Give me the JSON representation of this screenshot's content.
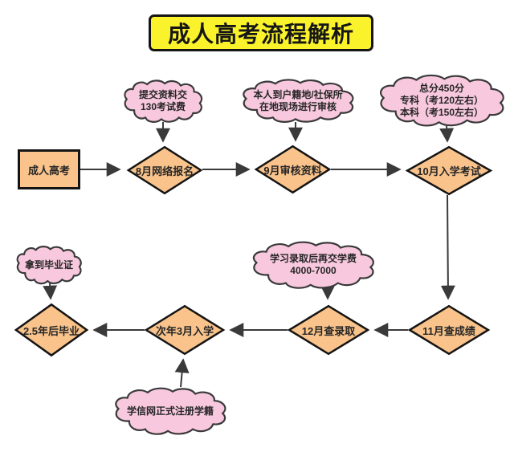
{
  "title": "成人高考流程解析",
  "colors": {
    "background": "#FFFFFF",
    "title_bg": "#FAF32B",
    "node_fill": "#F9C38B",
    "node_border": "#141414",
    "note_fill": "#F8C9DE",
    "note_border": "#3A3A3A",
    "connector": "#3A3A3A",
    "text": "#262626"
  },
  "start": {
    "label": "成人高考"
  },
  "steps": [
    {
      "label": "8月网络报名"
    },
    {
      "label": "9月审核资料"
    },
    {
      "label": "10月入学考试"
    },
    {
      "label": "11月查成绩"
    },
    {
      "label": "12月查录取"
    },
    {
      "label": "次年3月入学"
    },
    {
      "label": "2.5年后毕业"
    }
  ],
  "notes": [
    {
      "lines": [
        "提交资料交",
        "130考试费"
      ],
      "attached_to": "8月网络报名"
    },
    {
      "lines": [
        "本人到户籍地/社保所",
        "在地现场进行审核"
      ],
      "attached_to": "9月审核资料"
    },
    {
      "lines": [
        "总分450分",
        "专科（考120左右）",
        "本科（考150左右）"
      ],
      "attached_to": "10月入学考试"
    },
    {
      "lines": [
        "学习录取后再交学费",
        "4000-7000"
      ],
      "attached_to": "12月查录取"
    },
    {
      "lines": [
        "拿到毕业证"
      ],
      "attached_to": "2.5年后毕业"
    },
    {
      "lines": [
        "学信网正式注册学籍"
      ],
      "attached_to": "次年3月入学"
    }
  ],
  "flow_order": "成人高考 → 8月网络报名 → 9月审核资料 → 10月入学考试 → 11月查成绩 → 12月查录取 → 次年3月入学 → 2.5年后毕业"
}
